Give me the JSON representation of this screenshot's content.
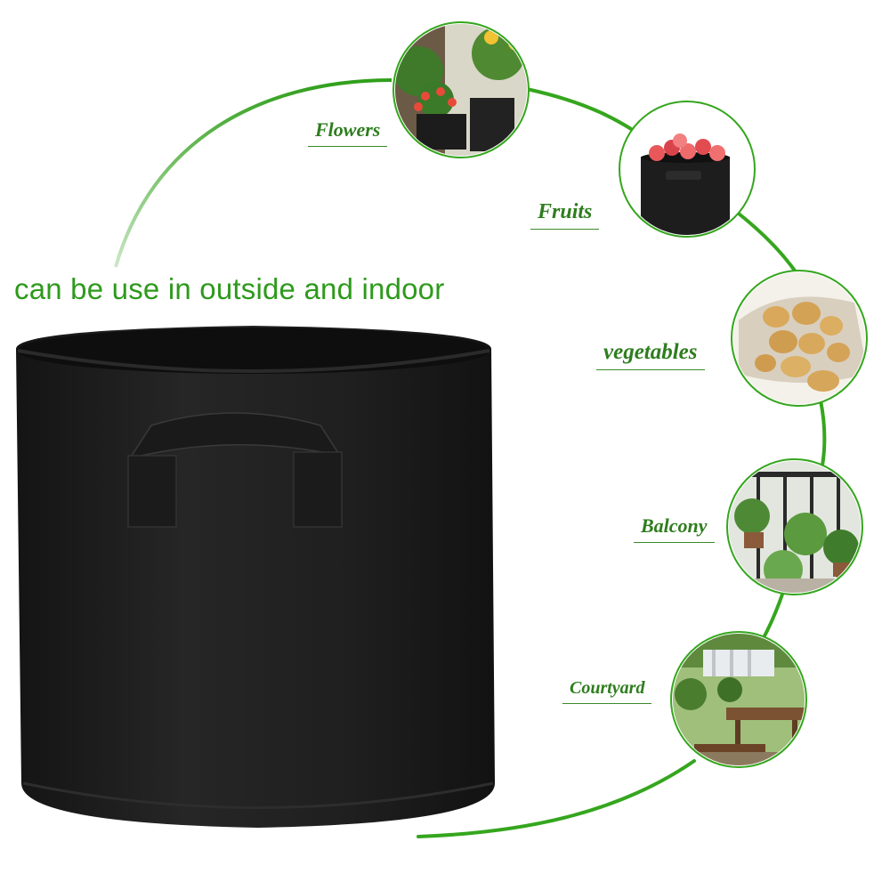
{
  "headline": "can be use in outside and indoor",
  "usages": [
    {
      "label": "Flowers"
    },
    {
      "label": "Fruits"
    },
    {
      "label": "vegetables"
    },
    {
      "label": "Balcony"
    },
    {
      "label": "Courtyard"
    }
  ],
  "colors": {
    "accent_green": "#2e9a1c",
    "arc_green": "#35a61e",
    "bag_black": "#1c1c1c"
  },
  "icons": [
    "flowers-photo",
    "fruits-photo",
    "potatoes-photo",
    "balcony-photo",
    "courtyard-photo",
    "grow-bag-product"
  ]
}
